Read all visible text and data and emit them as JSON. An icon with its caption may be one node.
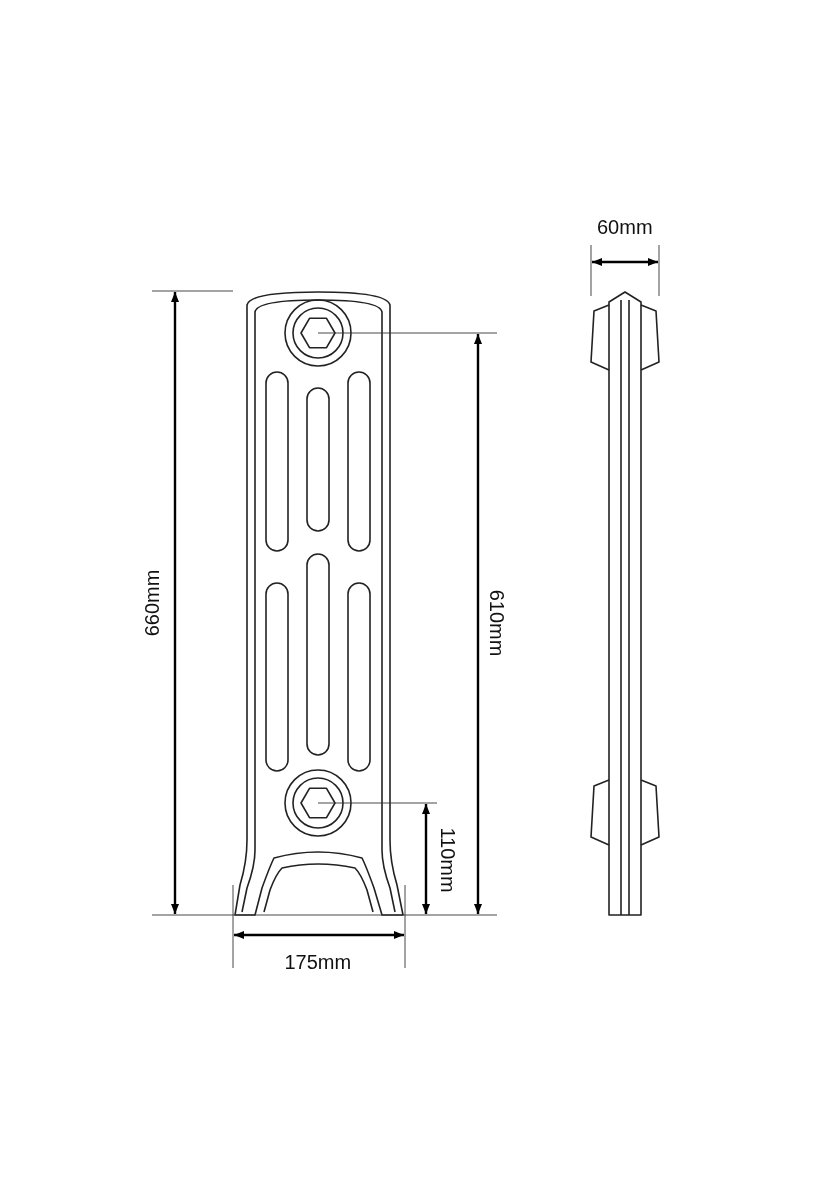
{
  "diagram": {
    "labels": [
      "60mm",
      "660mm",
      "610mm",
      "110mm",
      "175mm"
    ]
  }
}
